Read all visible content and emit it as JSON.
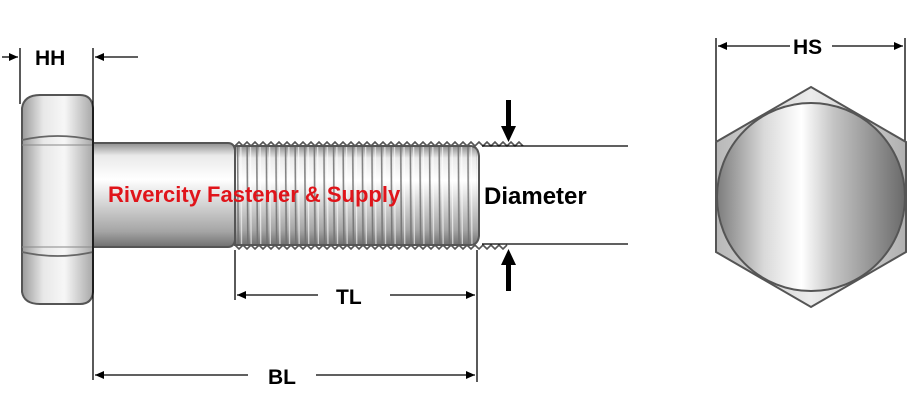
{
  "labels": {
    "head_height": "HH",
    "hex_size": "HS",
    "thread_length": "TL",
    "bolt_length": "BL",
    "diameter": "Diameter"
  },
  "watermark": "Rivercity Fastener & Supply",
  "colors": {
    "watermark": "#e0141a",
    "outline": "#555555",
    "dimension": "#000000"
  }
}
